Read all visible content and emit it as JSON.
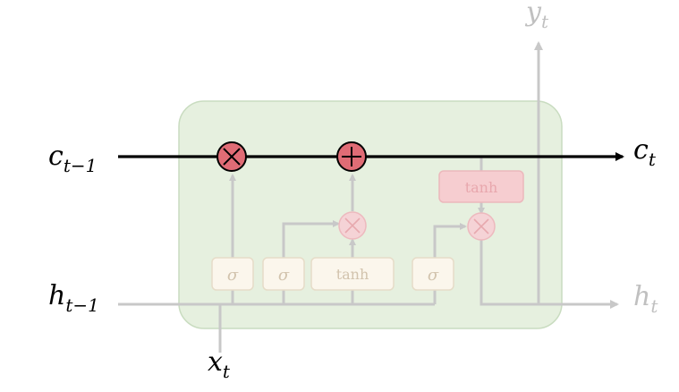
{
  "diagram": {
    "labels": {
      "c_prev": {
        "base": "c",
        "sub": "t−1"
      },
      "c_next": {
        "base": "c",
        "sub": "t"
      },
      "h_prev": {
        "base": "h",
        "sub": "t−1"
      },
      "h_next": {
        "base": "h",
        "sub": "t"
      },
      "x_in": {
        "base": "x",
        "sub": "t"
      },
      "y_out": {
        "base": "y",
        "sub": "t"
      }
    },
    "gates": {
      "forget_gate": "σ",
      "input_gate": "σ",
      "candidate": "tanh",
      "output_gate": "σ",
      "cell_tanh": "tanh"
    },
    "operators": {
      "forget_multiply": "×",
      "add": "+",
      "input_multiply": "×",
      "output_multiply": "×"
    },
    "colors": {
      "cell_fill": "#e6f0df",
      "cell_stroke": "#c9dcc0",
      "main_line": "#000000",
      "faded_line": "#c8c8c8",
      "gate_fill": "#fbf6ec",
      "gate_stroke": "#e6dcc8",
      "gate_text": "#d2c3ad",
      "op_active_fill": "#e06c75",
      "op_faded_fill": "#f5d3d6",
      "tanh_faded_fill": "#f6cdd0",
      "faded_label": "#c0c0c0"
    }
  }
}
